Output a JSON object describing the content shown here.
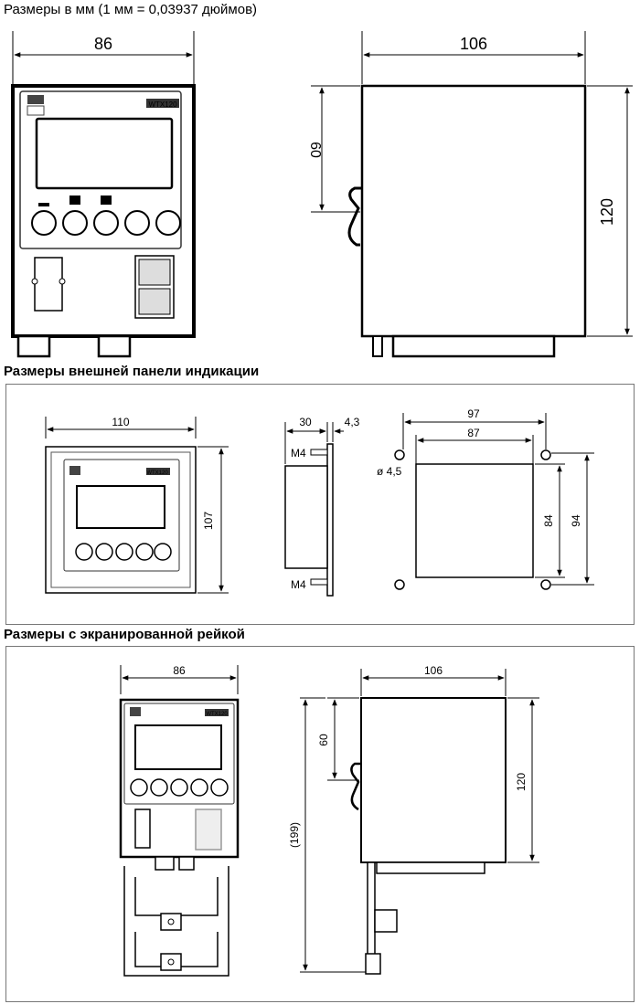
{
  "header": {
    "units_note": "Размеры в мм (1 мм = 0,03937 дюймов)"
  },
  "section_top": {
    "width_front": "86",
    "width_side": "106",
    "height_side": "120",
    "rail_offset": "60",
    "brand_label": "WTX120"
  },
  "section_panel": {
    "title": "Размеры внешней панели индикации",
    "width_front": "110",
    "height_front": "107",
    "depth": "30",
    "plate": "4,3",
    "screw_top": "M4",
    "screw_bottom": "M4",
    "cutout_outer_w": "97",
    "cutout_inner_w": "87",
    "cutout_inner_h": "84",
    "cutout_outer_h": "94",
    "hole_dia": "ø 4,5",
    "brand_label": "WTX120"
  },
  "section_rail": {
    "title": "Размеры с экранированной рейкой",
    "width_front": "86",
    "width_side": "106",
    "height_side": "120",
    "rail_offset": "60",
    "total_height": "(199)",
    "brand_label": "WTX120"
  }
}
